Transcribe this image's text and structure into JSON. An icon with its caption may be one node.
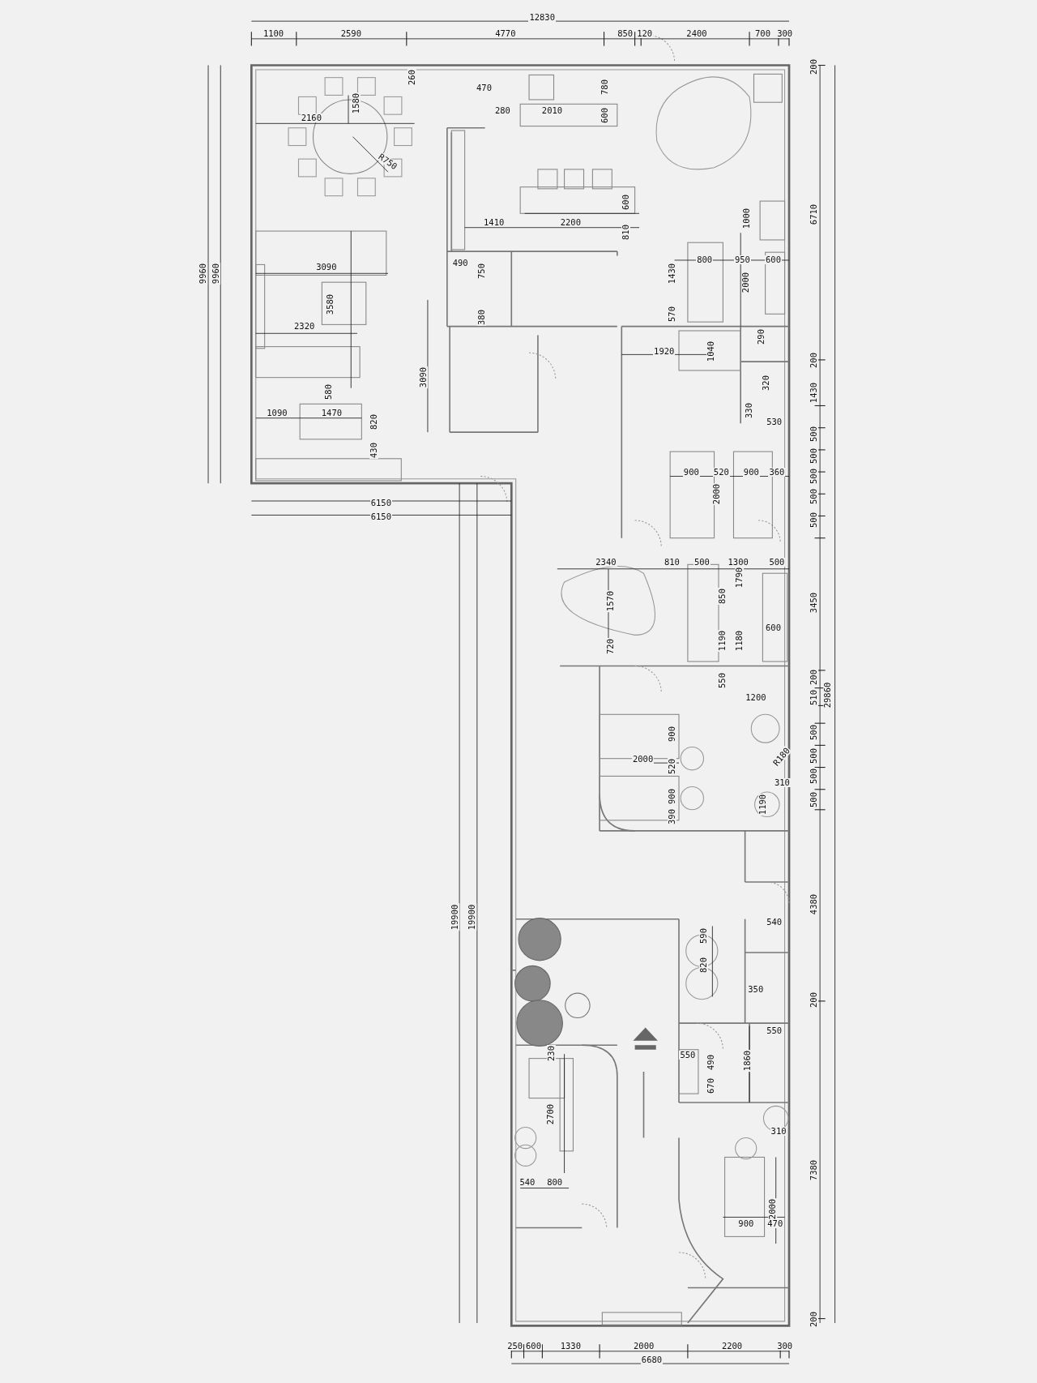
{
  "diagram": {
    "labels": [
      "12830",
      "1100",
      "2590",
      "4770",
      "850",
      "120",
      "2400",
      "700",
      "300",
      "200",
      "9960",
      "9960",
      "260",
      "470",
      "780",
      "1580",
      "280",
      "2010",
      "600",
      "2160",
      "R750",
      "600",
      "1000",
      "6710",
      "1410",
      "2200",
      "810",
      "490",
      "800",
      "950",
      "600",
      "3090",
      "750",
      "1430",
      "2000",
      "3580",
      "380",
      "570",
      "2320",
      "290",
      "1920",
      "1040",
      "200",
      "3090",
      "320",
      "580",
      "1430",
      "330",
      "1090",
      "1470",
      "820",
      "530",
      "500",
      "430",
      "500",
      "900",
      "520",
      "900",
      "360",
      "500",
      "2000",
      "500",
      "6150",
      "6150",
      "500",
      "2340",
      "810",
      "500",
      "1300",
      "500",
      "1790",
      "1570",
      "850",
      "3450",
      "720",
      "1190",
      "1180",
      "600",
      "550",
      "200",
      "510",
      "29860",
      "1200",
      "900",
      "500",
      "R180",
      "500",
      "2000",
      "520",
      "500",
      "310",
      "900",
      "1190",
      "500",
      "390",
      "4380",
      "19900",
      "19900",
      "540",
      "590",
      "820",
      "350",
      "200",
      "550",
      "230",
      "550",
      "490",
      "1860",
      "670",
      "2700",
      "310",
      "7380",
      "540",
      "800",
      "2000",
      "900",
      "470",
      "200",
      "250",
      "600",
      "1330",
      "2000",
      "2200",
      "300",
      "6680"
    ]
  }
}
